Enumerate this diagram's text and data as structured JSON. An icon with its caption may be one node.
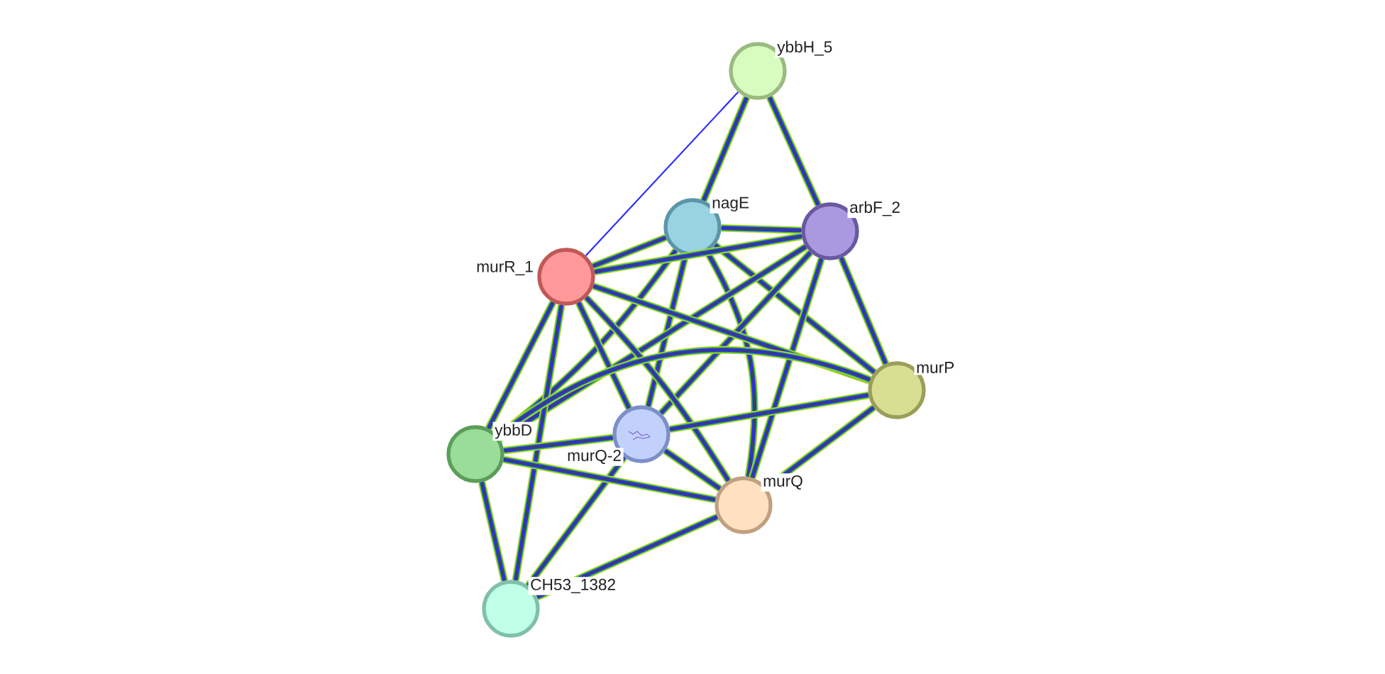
{
  "diagram": {
    "nodes": [
      {
        "text": [
          "ybbH_5"
        ]
      },
      {
        "text": [
          "nagE"
        ]
      },
      {
        "text": [
          "arbF_2"
        ]
      },
      {
        "text": [
          "murR_1"
        ]
      },
      {
        "text": [
          "murP"
        ]
      },
      {
        "text": [
          "murQ-2"
        ]
      },
      {
        "text": [
          "ybbD"
        ]
      },
      {
        "text": [
          "murQ"
        ]
      },
      {
        "text": [
          "CH53_1382"
        ]
      }
    ],
    "edges": [
      {
        "from": 0,
        "to": 3,
        "arrow": "none",
        "color": "#2a2aff"
      },
      {
        "from": 0,
        "to": 1,
        "arrow": "none"
      },
      {
        "from": 0,
        "to": 2,
        "arrow": "none"
      },
      {
        "from": 1,
        "to": 2,
        "arrow": "none"
      },
      {
        "from": 1,
        "to": 3,
        "arrow": "none"
      },
      {
        "from": 1,
        "to": 4,
        "arrow": "none"
      },
      {
        "from": 1,
        "to": 5,
        "arrow": "none"
      },
      {
        "from": 1,
        "to": 6,
        "arrow": "none"
      },
      {
        "from": 1,
        "to": 7,
        "arrow": "none"
      },
      {
        "from": 2,
        "to": 3,
        "arrow": "none"
      },
      {
        "from": 2,
        "to": 4,
        "arrow": "none"
      },
      {
        "from": 2,
        "to": 5,
        "arrow": "none"
      },
      {
        "from": 2,
        "to": 6,
        "arrow": "none"
      },
      {
        "from": 2,
        "to": 7,
        "arrow": "none"
      },
      {
        "from": 3,
        "to": 4,
        "arrow": "none"
      },
      {
        "from": 3,
        "to": 5,
        "arrow": "none"
      },
      {
        "from": 3,
        "to": 6,
        "arrow": "none"
      },
      {
        "from": 3,
        "to": 7,
        "arrow": "none"
      },
      {
        "from": 3,
        "to": 8,
        "arrow": "none"
      },
      {
        "from": 4,
        "to": 5,
        "arrow": "none"
      },
      {
        "from": 4,
        "to": 6,
        "arrow": "none"
      },
      {
        "from": 4,
        "to": 7,
        "arrow": "none"
      },
      {
        "from": 5,
        "to": 6,
        "arrow": "none"
      },
      {
        "from": 5,
        "to": 7,
        "arrow": "none"
      },
      {
        "from": 5,
        "to": 8,
        "arrow": "none"
      },
      {
        "from": 6,
        "to": 7,
        "arrow": "none"
      },
      {
        "from": 6,
        "to": 8,
        "arrow": "none"
      },
      {
        "from": 7,
        "to": 8,
        "arrow": "none"
      }
    ]
  }
}
